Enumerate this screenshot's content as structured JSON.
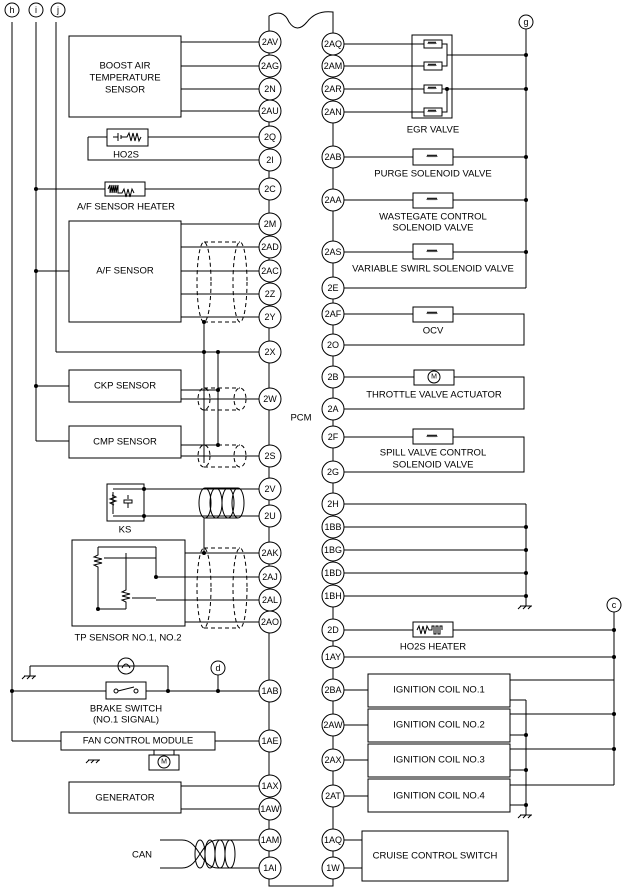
{
  "pcm_label": "PCM",
  "connectors": {
    "h": "h",
    "i": "i",
    "j": "j",
    "g": "g",
    "c": "c",
    "d": "d"
  },
  "left_pins": [
    "2AV",
    "2AG",
    "2N",
    "2AU",
    "2Q",
    "2I",
    "2C",
    "2M",
    "2AD",
    "2AC",
    "2Z",
    "2Y",
    "2X",
    "2W",
    "2S",
    "2V",
    "2U",
    "2AK",
    "2AJ",
    "2AL",
    "2AO",
    "1AB",
    "1AE",
    "1AX",
    "1AW",
    "1AM",
    "1AI"
  ],
  "right_pins": [
    "2AQ",
    "2AM",
    "2AR",
    "2AN",
    "2AB",
    "2AA",
    "2AS",
    "2E",
    "2AF",
    "2O",
    "2B",
    "2A",
    "2F",
    "2G",
    "2H",
    "1BB",
    "1BG",
    "1BD",
    "1BH",
    "2D",
    "1AY",
    "2BA",
    "2AW",
    "2AX",
    "2AT",
    "1AQ",
    "1W"
  ],
  "left_components": {
    "boost_sensor": [
      "BOOST AIR",
      "TEMPERATURE",
      "SENSOR"
    ],
    "ho2s": "HO2S",
    "af_heater": "A/F SENSOR HEATER",
    "af_sensor": "A/F SENSOR",
    "ckp": "CKP SENSOR",
    "cmp": "CMP SENSOR",
    "ks": "KS",
    "tp": "TP SENSOR NO.1, NO.2",
    "brake": [
      "BRAKE SWITCH",
      "(NO.1 SIGNAL)"
    ],
    "fan": "FAN CONTROL MODULE",
    "generator": "GENERATOR",
    "can": "CAN"
  },
  "right_components": {
    "egr": "EGR VALVE",
    "purge": "PURGE SOLENOID VALVE",
    "wastegate": [
      "WASTEGATE CONTROL",
      "SOLENOID VALVE"
    ],
    "swirl": "VARIABLE SWIRL SOLENOID VALVE",
    "ocv": "OCV",
    "throttle": "THROTTLE VALVE ACTUATOR",
    "spill": [
      "SPILL VALVE CONTROL",
      "SOLENOID VALVE"
    ],
    "ho2s_heater": "HO2S HEATER",
    "coil1": "IGNITION COIL NO.1",
    "coil2": "IGNITION COIL NO.2",
    "coil3": "IGNITION COIL NO.3",
    "coil4": "IGNITION COIL NO.4",
    "cruise": "CRUISE CONTROL SWITCH"
  }
}
